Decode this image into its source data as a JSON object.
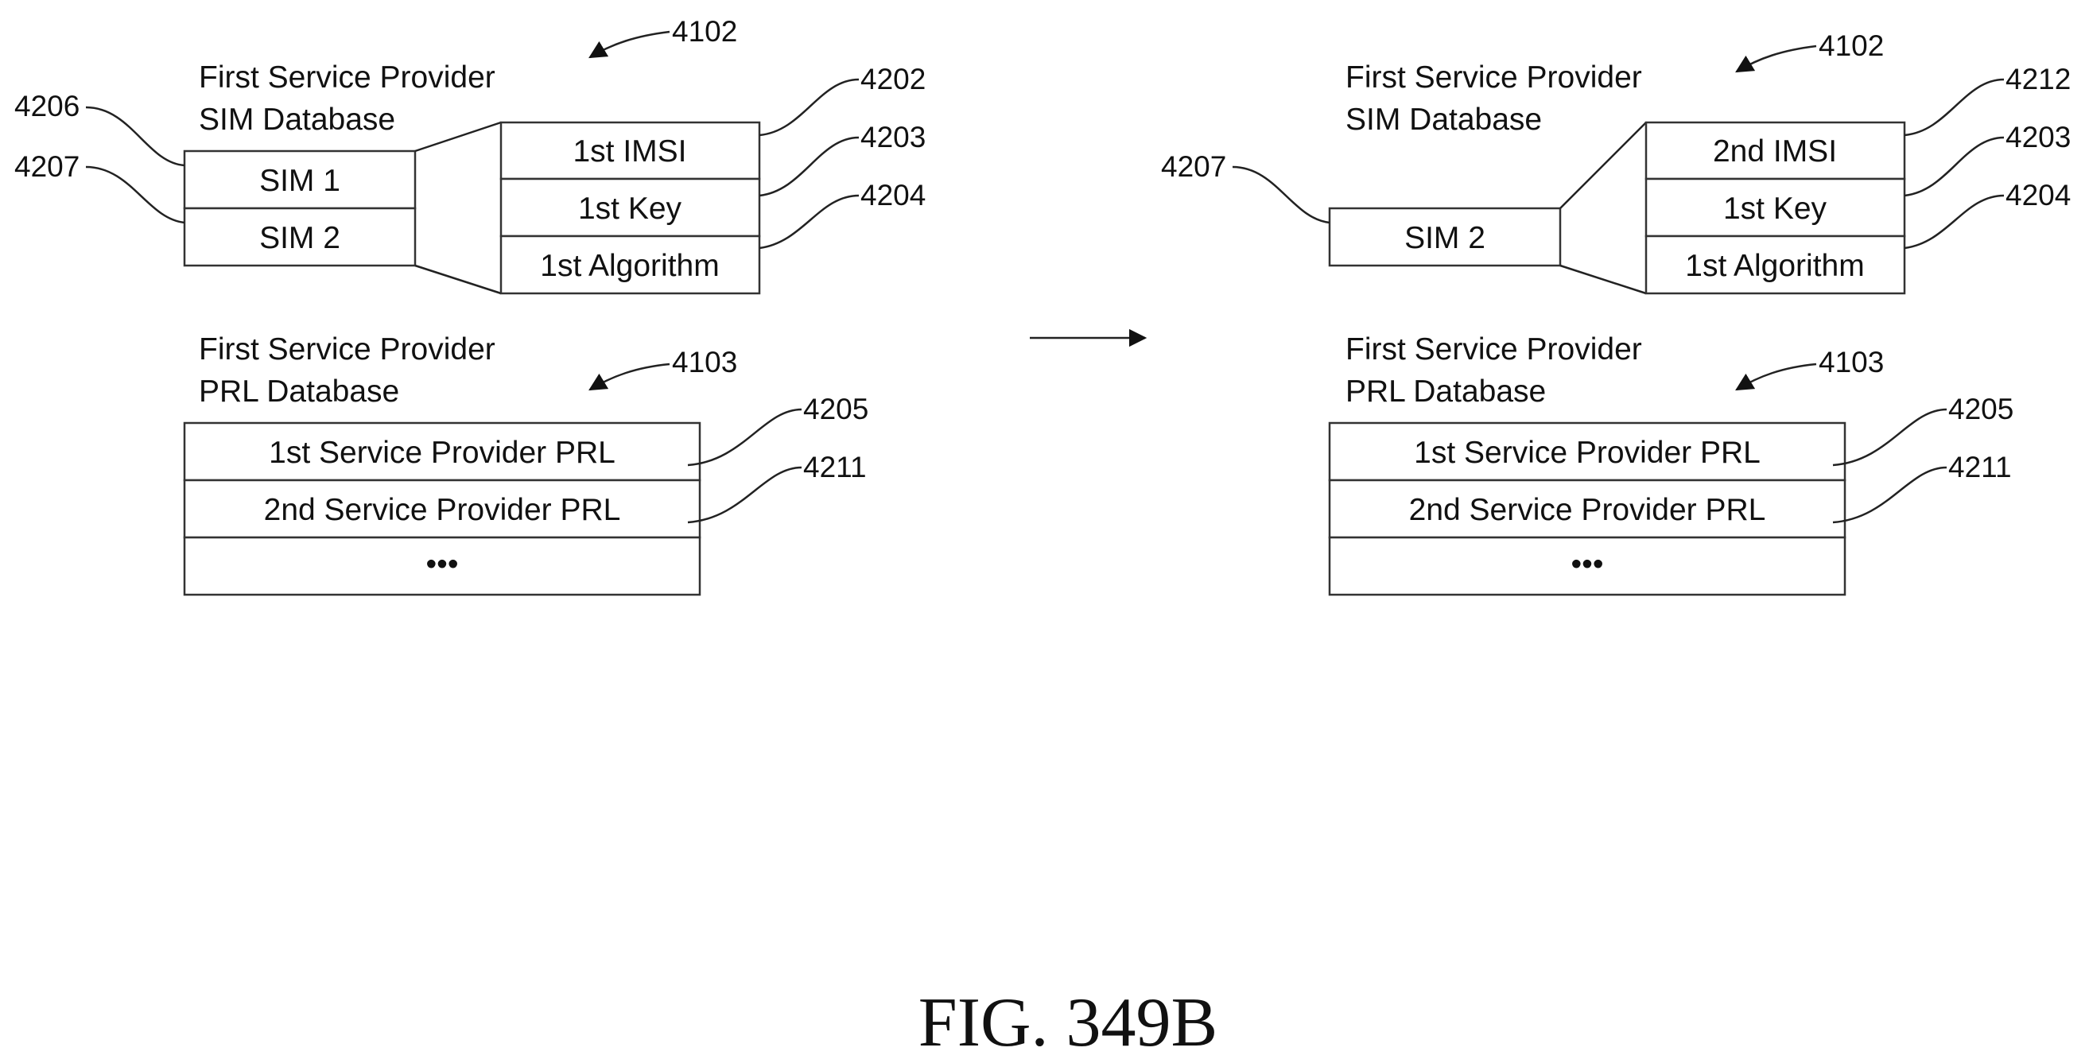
{
  "figure_label": "FIG. 349B",
  "left_panel": {
    "sim_db_title_line1": "First Service Provider",
    "sim_db_title_line2": "SIM Database",
    "sim_db_ref": "4102",
    "sims": [
      {
        "label": "SIM 1",
        "ref": "4206"
      },
      {
        "label": "SIM 2",
        "ref": "4207"
      }
    ],
    "sim_fields": [
      {
        "label": "1st IMSI",
        "ref": "4202"
      },
      {
        "label": "1st Key",
        "ref": "4203"
      },
      {
        "label": "1st Algorithm",
        "ref": "4204"
      }
    ],
    "prl_db_title_line1": "First Service Provider",
    "prl_db_title_line2": "PRL Database",
    "prl_db_ref": "4103",
    "prl_rows": [
      {
        "label": "1st Service Provider PRL",
        "ref": "4205"
      },
      {
        "label": "2nd Service Provider PRL",
        "ref": "4211"
      },
      {
        "label": "•••"
      }
    ]
  },
  "right_panel": {
    "sim_db_title_line1": "First Service Provider",
    "sim_db_title_line2": "SIM Database",
    "sim_db_ref": "4102",
    "sims": [
      {
        "label": "SIM 2",
        "ref": "4207"
      }
    ],
    "sim_fields": [
      {
        "label": "2nd IMSI",
        "ref": "4212"
      },
      {
        "label": "1st Key",
        "ref": "4203"
      },
      {
        "label": "1st Algorithm",
        "ref": "4204"
      }
    ],
    "prl_db_title_line1": "First Service Provider",
    "prl_db_title_line2": "PRL Database",
    "prl_db_ref": "4103",
    "prl_rows": [
      {
        "label": "1st Service Provider PRL",
        "ref": "4205"
      },
      {
        "label": "2nd Service Provider PRL",
        "ref": "4211"
      },
      {
        "label": "•••"
      }
    ]
  }
}
